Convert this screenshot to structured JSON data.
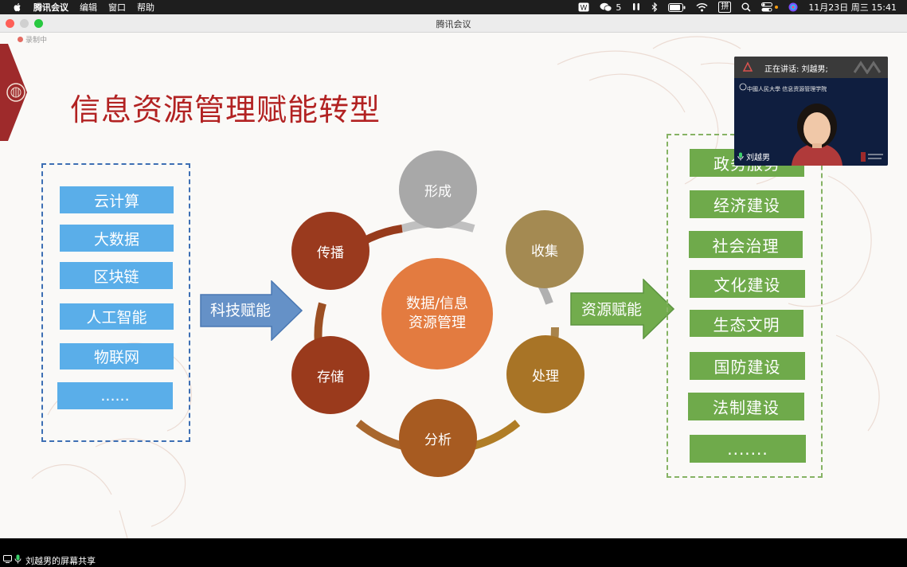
{
  "menubar": {
    "app_name": "腾讯会议",
    "items": [
      "编辑",
      "窗口",
      "帮助"
    ],
    "wechat_count": "5",
    "input_method": "拼",
    "datetime": "11月23日 周三  15:41"
  },
  "window": {
    "title": "腾讯会议"
  },
  "slide": {
    "recording_label": "录制中",
    "title": "信息资源管理赋能转型",
    "tech_items": [
      "云计算",
      "大数据",
      "区块链",
      "人工智能",
      "物联网",
      "......"
    ],
    "tech_arrow_label": "科技赋能",
    "cycle_center_line1": "数据/信息",
    "cycle_center_line2": "资源管理",
    "cycle_nodes": [
      "形成",
      "收集",
      "处理",
      "分析",
      "存储",
      "传播"
    ],
    "resource_arrow_label": "资源赋能",
    "field_items": [
      "政务服务",
      "经济建设",
      "社会治理",
      "文化建设",
      "生态文明",
      "国防建设",
      "法制建设",
      "......."
    ]
  },
  "video": {
    "speaking_prefix": "正在讲话: 刘越男;",
    "school_name": "中國人民大學 信息资源管理学院",
    "participant_name": "刘越男"
  },
  "bottom": {
    "share_label": "刘越男的屏幕共享"
  },
  "colors": {
    "title": "#b22222",
    "tech_blue": "#5aaee9",
    "field_green": "#6faa4b",
    "center_orange": "#e37b40"
  }
}
